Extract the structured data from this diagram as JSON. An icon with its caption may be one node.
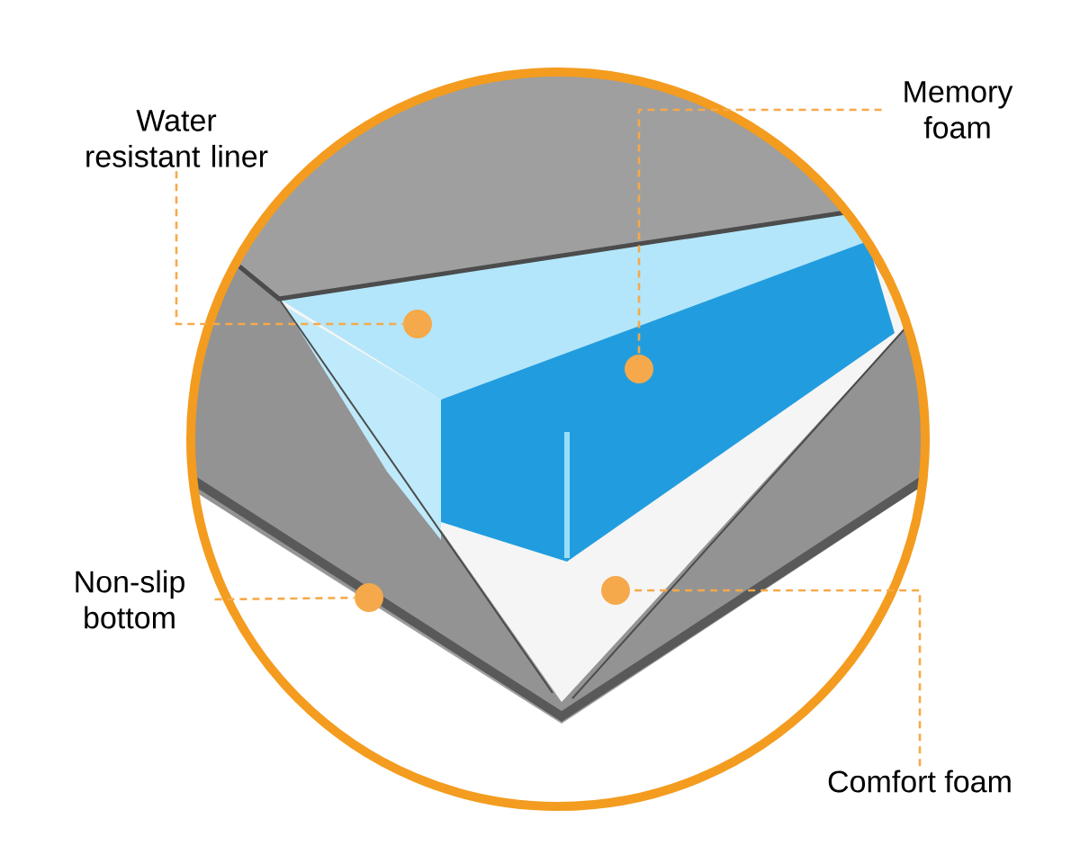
{
  "diagram": {
    "nodes": [
      {
        "text": [
          "Water resistant liner"
        ]
      },
      {
        "text": [
          "Memory foam"
        ]
      },
      {
        "text": [
          "Non-slip bottom"
        ]
      },
      {
        "text": [
          "Comfort foam"
        ]
      },
      {
        "text": [],
        "shape": "circle"
      },
      {
        "text": [],
        "shape": "circle"
      },
      {
        "text": [],
        "shape": "circle"
      },
      {
        "text": [],
        "shape": "circle"
      }
    ],
    "edges": [
      {
        "from": 0,
        "to": 4,
        "arrow": "none",
        "style": "dashed"
      },
      {
        "from": 1,
        "to": 5,
        "arrow": "none",
        "style": "dashed"
      },
      {
        "from": 3,
        "to": 6,
        "arrow": "none",
        "style": "dashed"
      },
      {
        "from": 2,
        "to": 7,
        "arrow": "none",
        "style": "dashed"
      }
    ]
  }
}
